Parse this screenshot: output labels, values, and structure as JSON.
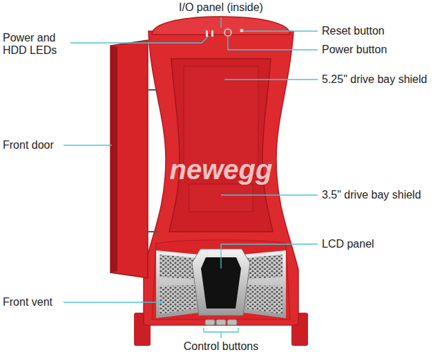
{
  "diagram": {
    "labels": [
      "I/O panel (inside)",
      "Power and HDD LEDs",
      "Reset button",
      "Power button",
      "5.25\" drive bay shield",
      "Front door",
      "newegg",
      "3.5\" drive bay shield",
      "LCD panel",
      "Front vent",
      "Control buttons"
    ]
  }
}
